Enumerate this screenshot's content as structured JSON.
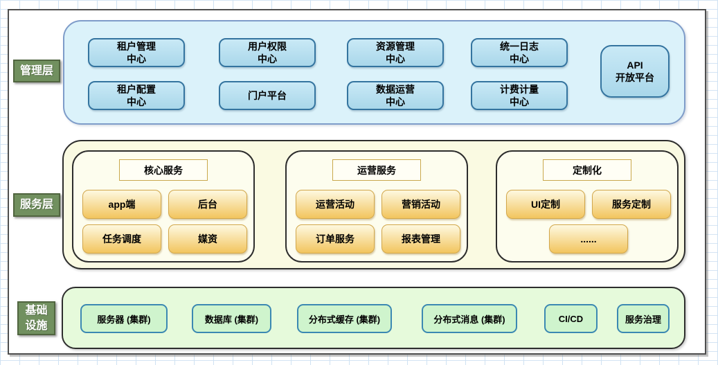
{
  "management": {
    "label": "管理层",
    "row1": [
      "租户管理\n中心",
      "用户权限\n中心",
      "资源管理\n中心",
      "统一日志\n中心"
    ],
    "row2": [
      "租户配置\n中心",
      "门户平台",
      "数据运营\n中心",
      "计费计量\n中心"
    ],
    "api": "API\n开放平台"
  },
  "service": {
    "label": "服务层",
    "groups": [
      {
        "title": "核心服务",
        "items": [
          "app端",
          "后台",
          "任务调度",
          "媒资"
        ]
      },
      {
        "title": "运营服务",
        "items": [
          "运营活动",
          "营销活动",
          "订单服务",
          "报表管理"
        ]
      },
      {
        "title": "定制化",
        "items": [
          "UI定制",
          "服务定制",
          "......"
        ]
      }
    ]
  },
  "infrastructure": {
    "label": "基础\n设施",
    "items": [
      "服务器 (集群)",
      "数据库 (集群)",
      "分布式缓存 (集群)",
      "分布式消息 (集群)",
      "CI/CD",
      "服务治理"
    ]
  },
  "colors": {
    "management_container_fill": "#dbf2fa",
    "management_container_border": "#7e9cc9",
    "management_node_fill": "#aedcee",
    "management_node_border": "#34749f",
    "service_container_fill": "#fafae2",
    "service_node_fill": "#f2c55e",
    "service_node_border": "#d2a74b",
    "infra_container_fill": "#e6fadb",
    "infra_node_fill": "#cff4cd",
    "infra_node_border": "#3b88b2",
    "layer_label_fill": "#71905f",
    "canvas_border": "#4e4e4e",
    "grid_line": "#cfe2f3"
  }
}
